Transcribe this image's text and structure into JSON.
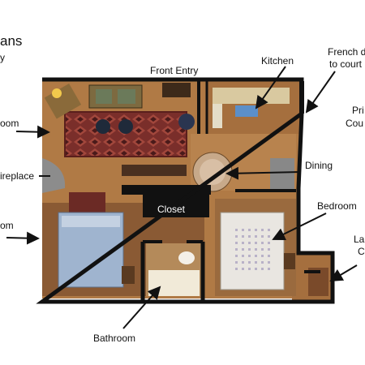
{
  "header": {
    "title_fragment": "ans",
    "subtitle_fragment": "y"
  },
  "labels": {
    "front_entry": "Front Entry",
    "kitchen": "Kitchen",
    "french_line1": "French d",
    "french_line2": "to court",
    "priv_line1": "Pri",
    "priv_line2": "Cou",
    "living_room": "oom",
    "fireplace": "ireplace",
    "dining": "Dining",
    "closet": "Closet",
    "bedroom": "Bedroom",
    "left_room": "om",
    "laundry_line1": "La",
    "laundry_line2": "C",
    "bathroom": "Bathroom"
  },
  "colors": {
    "wall": "#111111",
    "floor": "#b07a45",
    "rug": "#7a2e2a",
    "bed_left": "#9fb4cf",
    "bed_right": "#e9e6e1",
    "arrow": "#111111"
  }
}
